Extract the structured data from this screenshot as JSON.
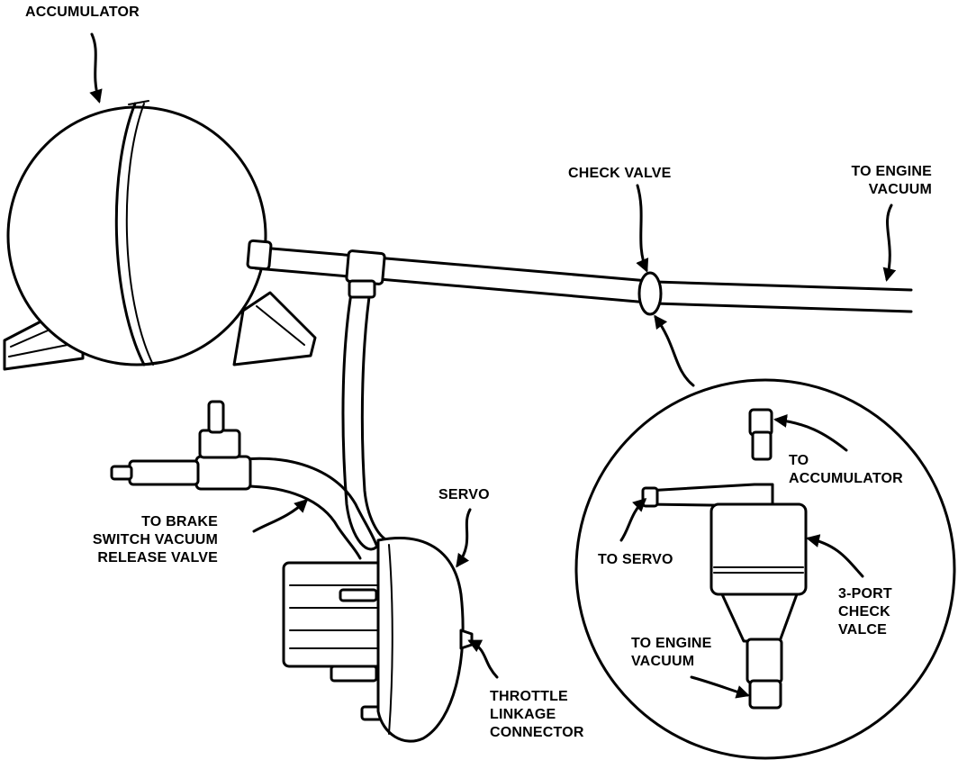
{
  "labels": {
    "accumulator": "ACCUMULATOR",
    "check_valve": "CHECK VALVE",
    "to_engine_vacuum_top": [
      "TO ENGINE",
      "VACUUM"
    ],
    "to_brake_switch": [
      "TO BRAKE",
      "SWITCH VACUUM",
      "RELEASE VALVE"
    ],
    "servo": "SERVO",
    "throttle_linkage": [
      "THROTTLE",
      "LINKAGE",
      "CONNECTOR"
    ],
    "to_accumulator": [
      "TO",
      "ACCUMULATOR"
    ],
    "to_servo": "TO SERVO",
    "three_port_check": [
      "3-PORT",
      "CHECK",
      "VALCE"
    ],
    "to_engine_vacuum_inset": [
      "TO ENGINE",
      "VACUUM"
    ]
  }
}
